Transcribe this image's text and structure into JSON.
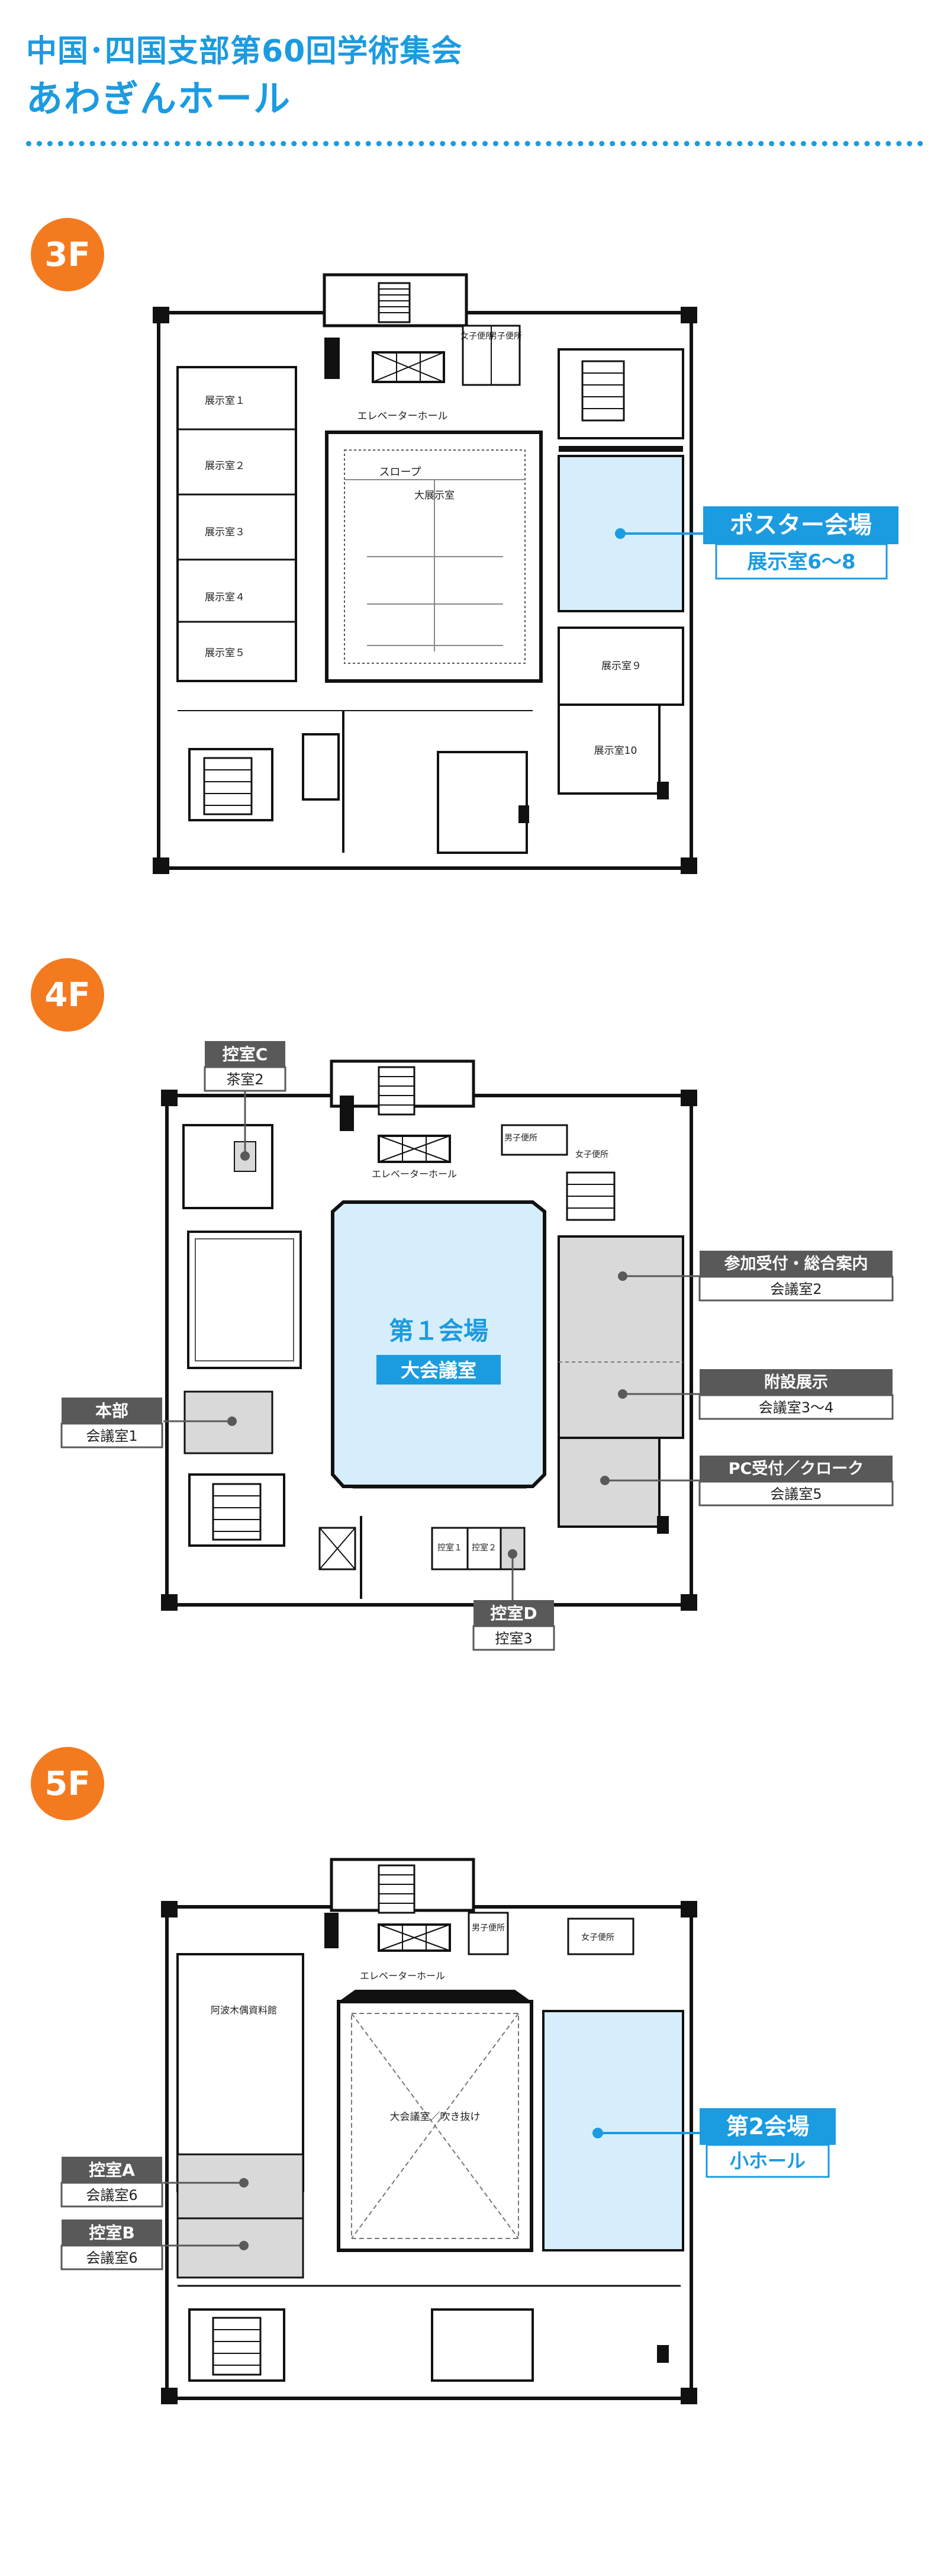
{
  "header": {
    "line1": "中国･四国支部第60回学術集会",
    "line2": "あわぎんホール"
  },
  "colors": {
    "accent": "#1b9be0",
    "badge": "#f47a1f",
    "venue_fill": "#d6eefb",
    "support_fill": "#d9d9d9",
    "label_dark": "#595959"
  },
  "floors": {
    "f3": {
      "badge": "3F",
      "rooms": {
        "tenji1": "展示室１",
        "tenji2": "展示室２",
        "tenji3": "展示室３",
        "tenji4": "展示室４",
        "tenji5": "展示室５",
        "tenji9": "展示室９",
        "tenji10": "展示室10",
        "elevator_hall": "エレベーターホール",
        "slope": "スロープ",
        "dai_tenji": "大展示室",
        "women_wc": "女子便所",
        "men_wc": "男子便所"
      },
      "callout": {
        "title": "ポスター会場",
        "sub": "展示室6～8"
      }
    },
    "f4": {
      "badge": "4F",
      "rooms": {
        "elevator_hall": "エレベーターホール",
        "men_wc": "男子便所",
        "women_wc": "女子便所",
        "hikae1": "控室１",
        "hikae2": "控室２"
      },
      "main_hall": {
        "title": "第１会場",
        "sub": "大会議室"
      },
      "callouts": {
        "c": {
          "title": "控室C",
          "sub": "茶室2"
        },
        "honbu": {
          "title": "本部",
          "sub": "会議室1"
        },
        "d": {
          "title": "控室D",
          "sub": "控室3"
        },
        "sanka": {
          "title": "参加受付・総合案内",
          "sub": "会議室2"
        },
        "fusetsu": {
          "title": "附設展示",
          "sub": "会議室3～4"
        },
        "pc": {
          "title": "PC受付／クローク",
          "sub": "会議室5"
        }
      }
    },
    "f5": {
      "badge": "5F",
      "rooms": {
        "elevator_hall": "エレベーターホール",
        "men_wc": "男子便所",
        "women_wc": "女子便所",
        "awa_museum": "阿波木偶資料館",
        "atrium": "大会議室／吹き抜け"
      },
      "callouts": {
        "a": {
          "title": "控室A",
          "sub": "会議室6"
        },
        "b": {
          "title": "控室B",
          "sub": "会議室6"
        },
        "second": {
          "title": "第2会場",
          "sub": "小ホール"
        }
      }
    }
  }
}
